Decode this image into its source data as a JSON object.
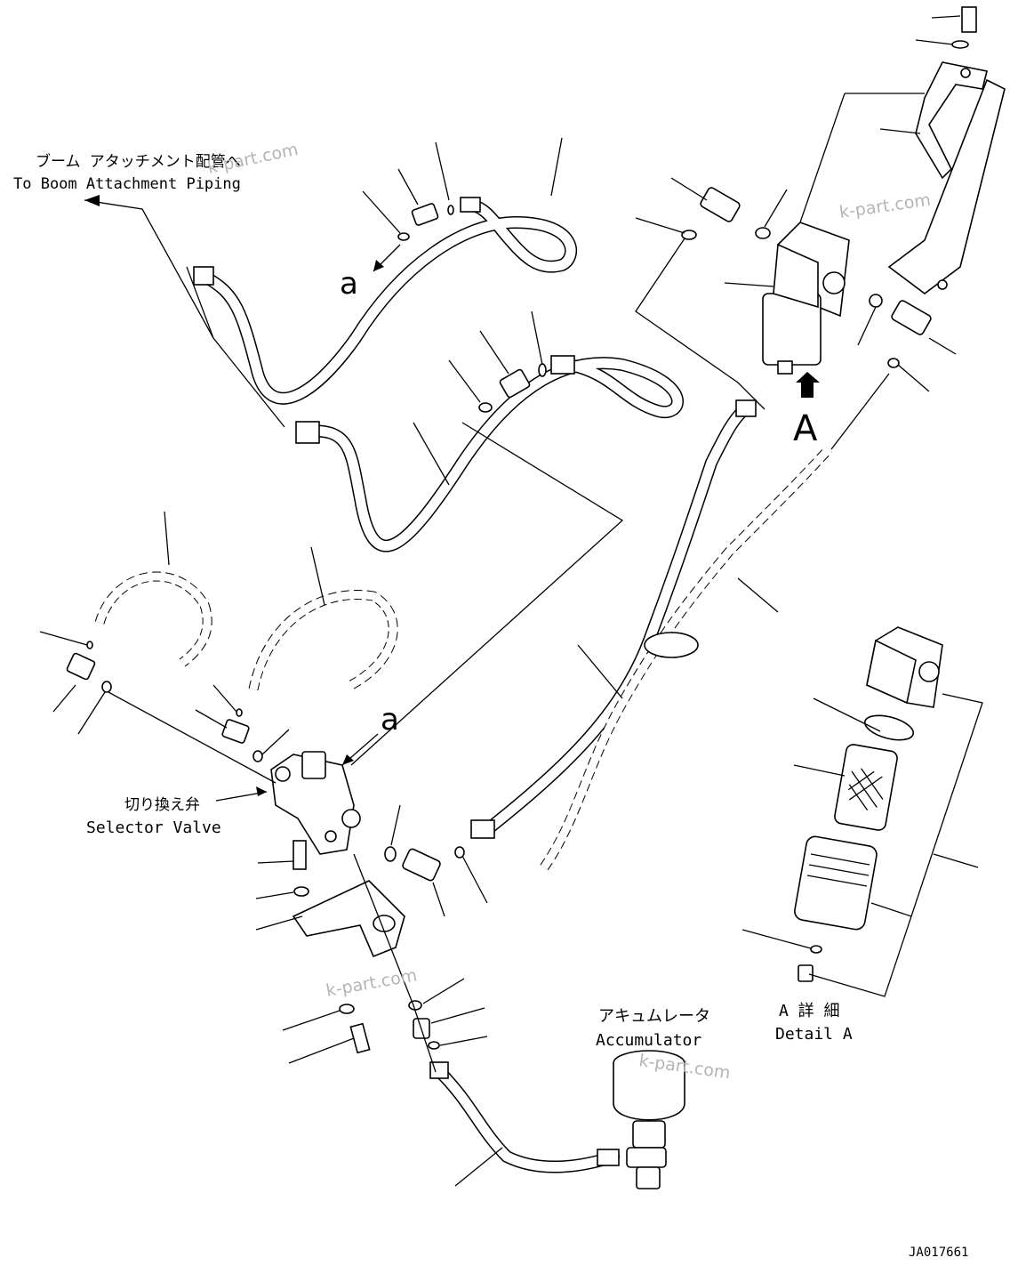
{
  "labels": {
    "boom_jp": "ブーム アタッチメント配管へ",
    "boom_en": "To Boom Attachment Piping",
    "selector_jp": "切り換え弁",
    "selector_en": "Selector Valve",
    "accumulator_jp": "アキュムレータ",
    "accumulator_en": "Accumulator",
    "detail_jp": "A 詳 細",
    "detail_en": "Detail A",
    "view_a": "A",
    "ref_a_top": "a",
    "ref_a_valve": "a",
    "drawing_no": "JA017661"
  },
  "watermark": "k-part.com"
}
